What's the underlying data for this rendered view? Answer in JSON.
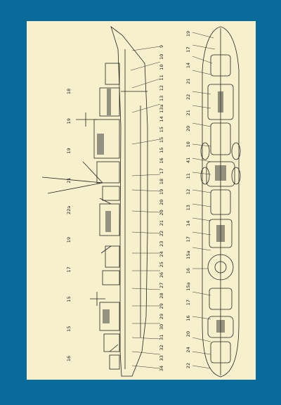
{
  "colors": {
    "background": "#0a6a99",
    "paper": "#f6f1cc",
    "ink": "#222222"
  },
  "side_labels": [
    "9",
    "10",
    "10",
    "11",
    "12",
    "13",
    "13a",
    "14",
    "15",
    "15",
    "15",
    "16",
    "17",
    "18",
    "19",
    "20",
    "20",
    "21",
    "22",
    "23",
    "24",
    "25",
    "26",
    "27",
    "28",
    "29",
    "29",
    "30",
    "31",
    "32",
    "33",
    "34"
  ],
  "plan_labels": [
    "19",
    "17",
    "14",
    "21",
    "22",
    "21",
    "20",
    "10",
    "41",
    "11",
    "12",
    "13",
    "14",
    "17",
    "15a",
    "16",
    "15a",
    "17",
    "16",
    "20",
    "24",
    "22"
  ],
  "left_callouts": [
    "18",
    "19",
    "19",
    "21",
    "22a",
    "19",
    "17",
    "15",
    "15",
    "16"
  ]
}
